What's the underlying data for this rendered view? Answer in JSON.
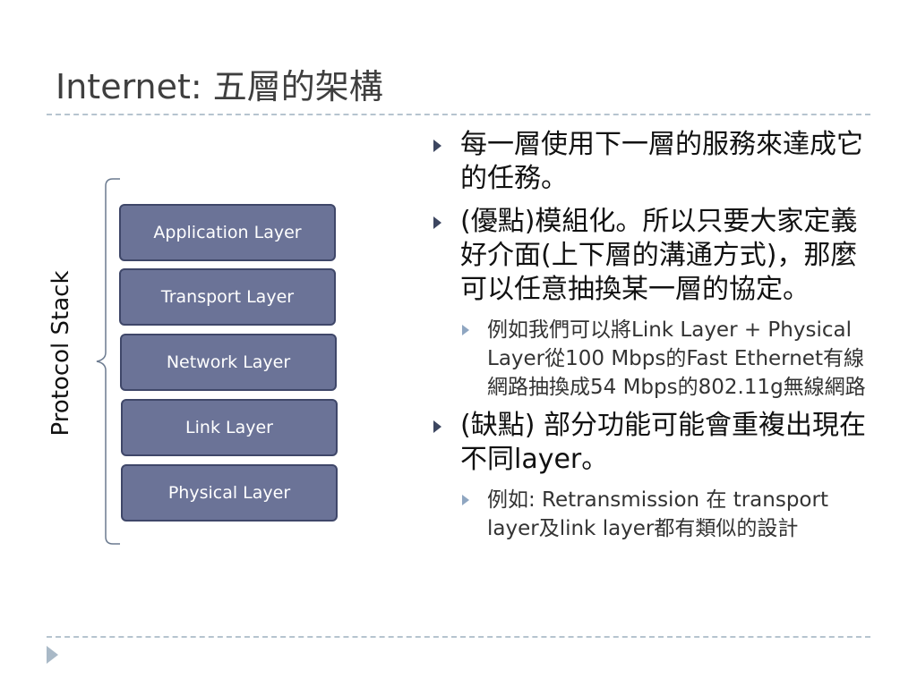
{
  "slide": {
    "title": "Internet: 五層的架構",
    "protocol_stack_label": "Protocol Stack",
    "layers": [
      "Application Layer",
      "Transport Layer",
      "Network Layer",
      "Link Layer",
      "Physical Layer"
    ],
    "bullets": {
      "b1": "每一層使用下一層的服務來達成它的任務。",
      "b2": "(優點)模組化。所以只要大家定義好介面(上下層的溝通方式)，那麼可以任意抽換某一層的協定。",
      "b2_sub": "例如我們可以將Link Layer + Physical Layer從100 Mbps的Fast Ethernet有線網路抽換成54 Mbps的802.11g無線網路",
      "b3": "(缺點) 部分功能可能會重複出現在不同layer。",
      "b3_sub": "例如: Retransmission 在 transport layer及link layer都有類似的設計"
    }
  },
  "colors": {
    "layer_fill": "#6b7397",
    "layer_border": "#3f4769",
    "rule": "#b6c4cf",
    "bullet_mark": "#3c4660",
    "sub_bullet_mark": "#8fa6c1"
  }
}
